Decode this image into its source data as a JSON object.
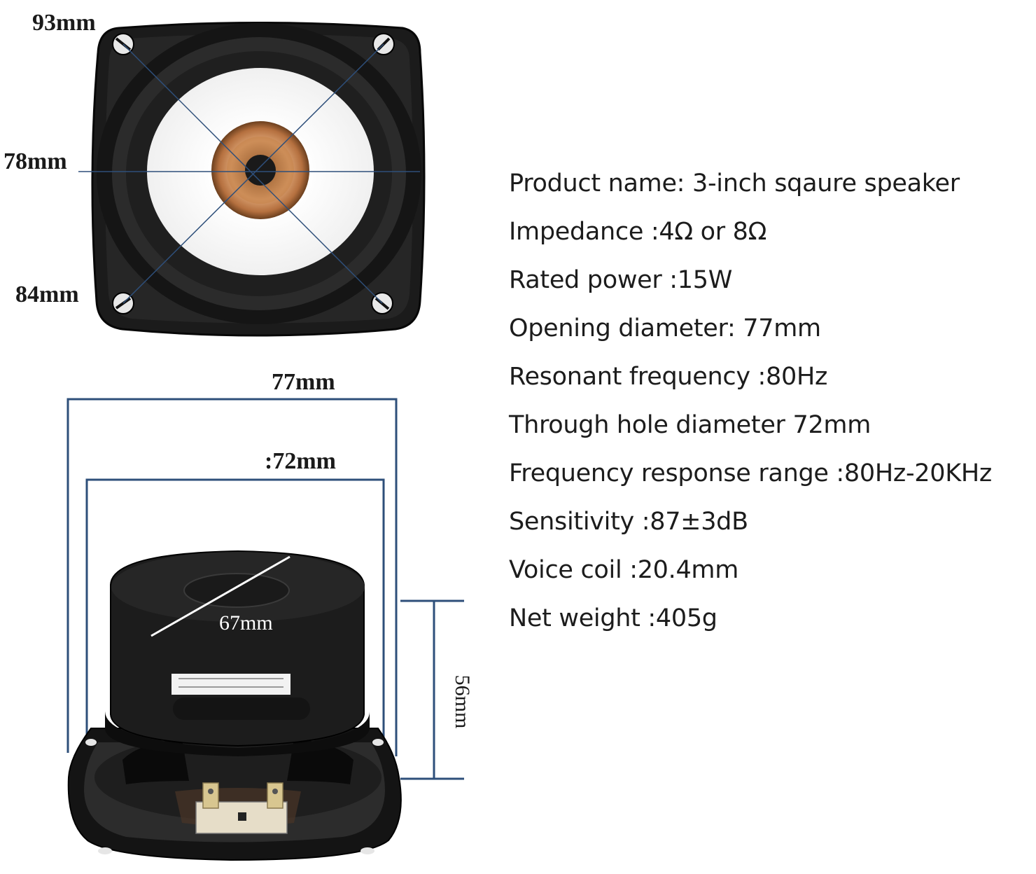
{
  "front_view": {
    "label_93": "93mm",
    "label_78": "78mm",
    "label_84": "84mm"
  },
  "side_view": {
    "label_77": "77mm",
    "label_72": ":72mm",
    "label_67": "67mm",
    "label_56": "56mm"
  },
  "specs": [
    "Product name: 3-inch sqaure speaker",
    "Impedance :4Ω or 8Ω",
    "Rated power :15W",
    "Opening diameter: 77mm",
    "Resonant frequency :80Hz",
    "Through hole diameter 72mm",
    "Frequency response range :80Hz-20KHz",
    "Sensitivity :87±3dB",
    "Voice coil :20.4mm",
    "Net weight :405g"
  ],
  "colors": {
    "dimension_line": "#2e4f7a",
    "frame": "#1e1e1e",
    "cone": "#f4f4f4",
    "dust_cap": "#c98a5a"
  }
}
